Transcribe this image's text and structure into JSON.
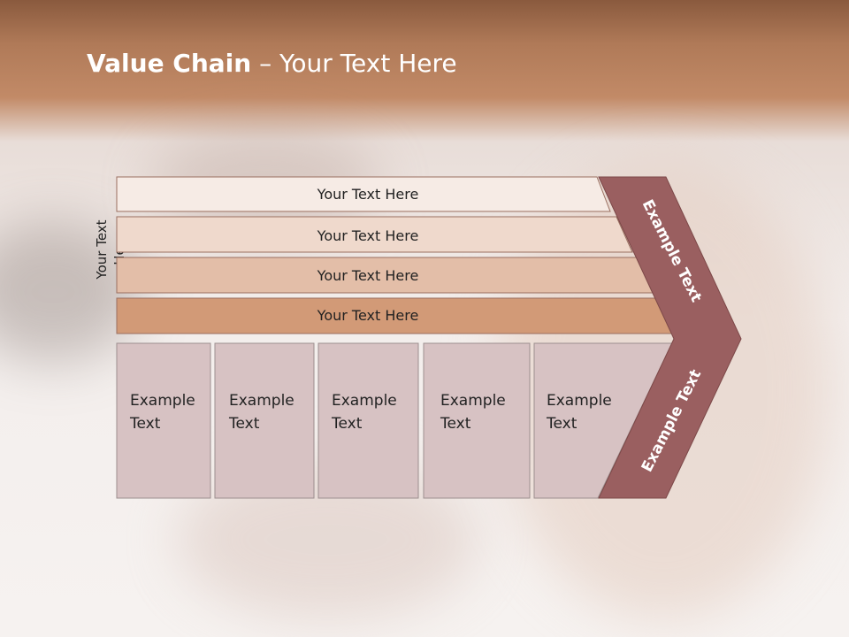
{
  "title": {
    "bold": "Value Chain",
    "rest": " – Your Text Here"
  },
  "side_label": "Your Text Here",
  "bars": [
    "Your Text Here",
    "Your Text Here",
    "Your Text Here",
    "Your Text Here"
  ],
  "boxes": [
    [
      "Example",
      "Text"
    ],
    [
      "Example",
      "Text"
    ],
    [
      "Example",
      "Text"
    ],
    [
      "Example",
      "Text"
    ],
    [
      "Example",
      "Text"
    ]
  ],
  "chevron": {
    "top_label": "Example Text",
    "bottom_label": "Example Text"
  },
  "colors": {
    "bar1": "#f6ebe5",
    "bar2": "#efd9cc",
    "bar3": "#e3bea8",
    "bar4": "#d29a77",
    "box": "#d7c2c3",
    "chevron": "#9a5f60"
  }
}
